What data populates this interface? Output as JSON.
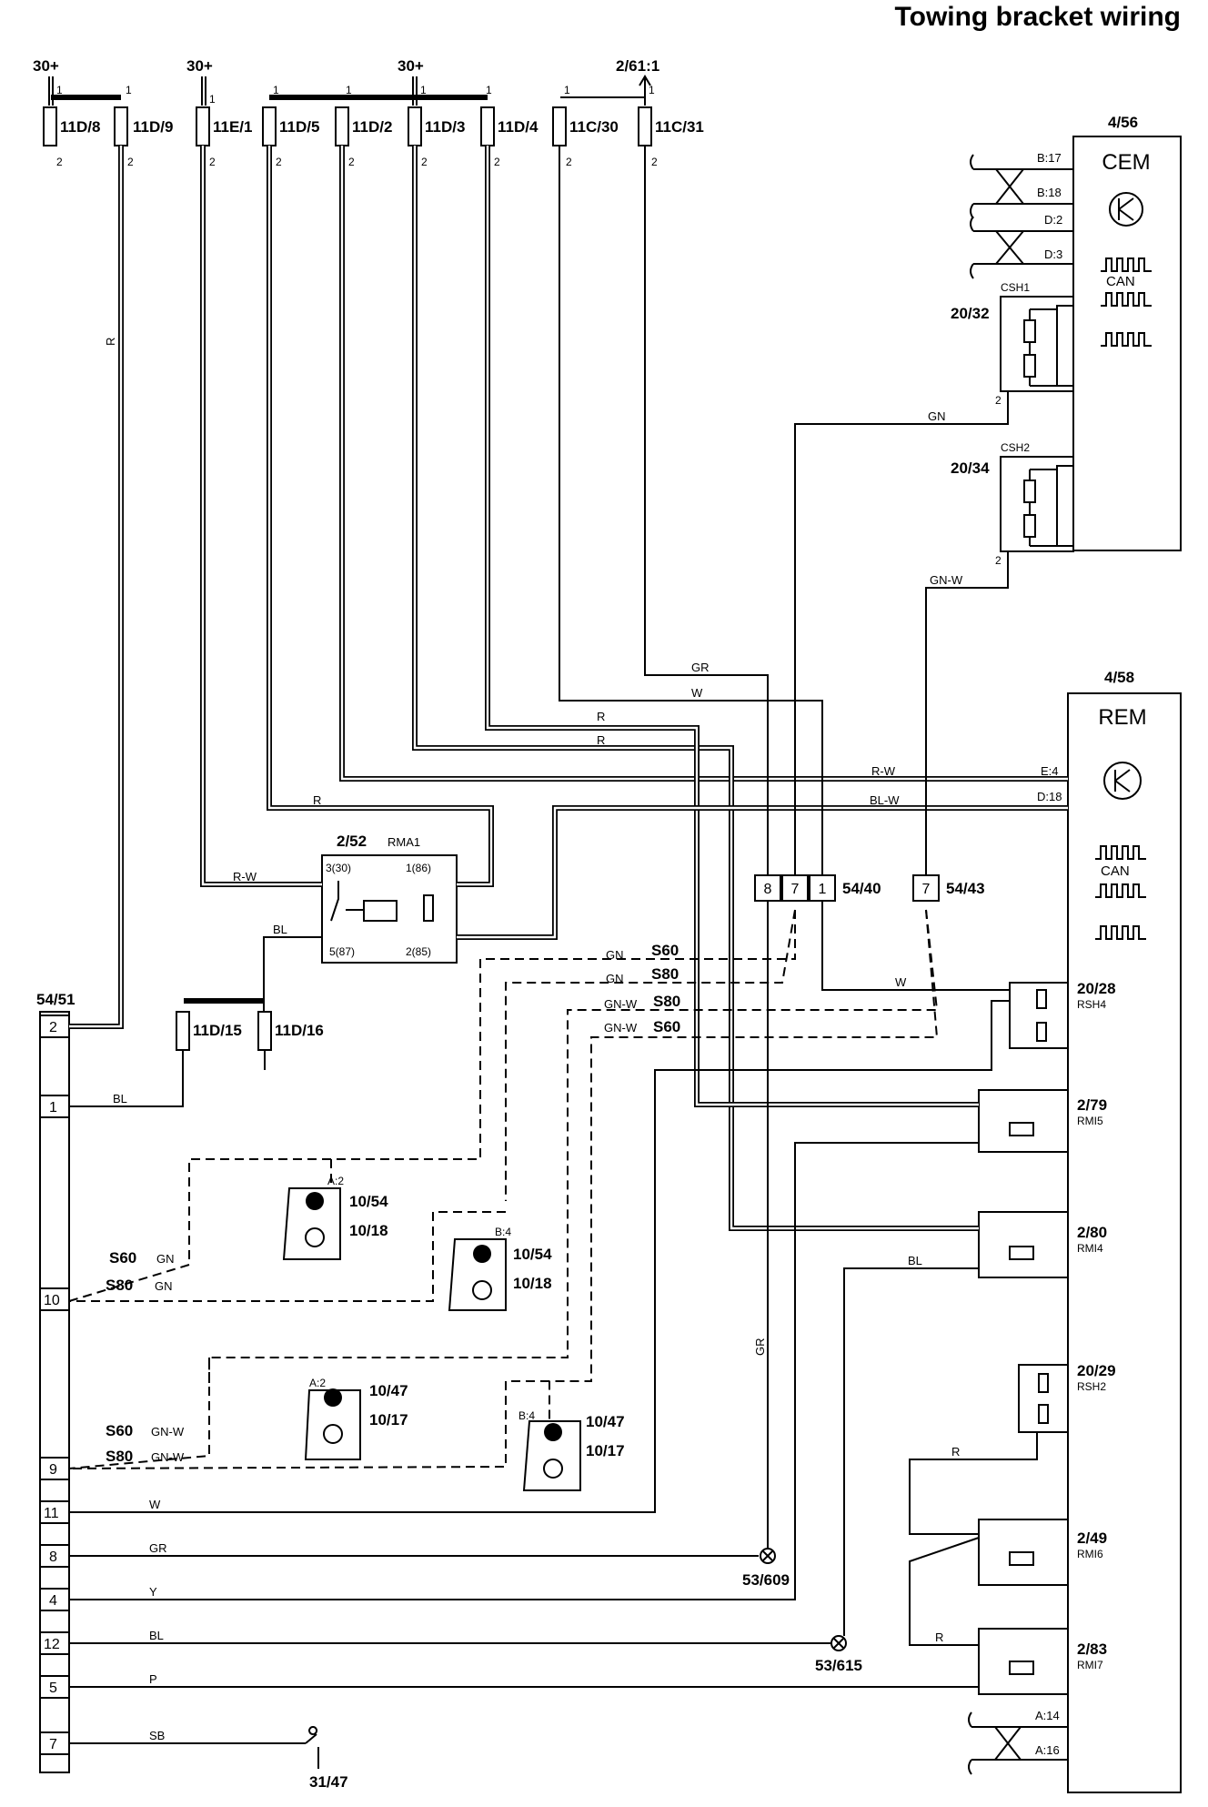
{
  "title": "Towing bracket wiring",
  "supplies": [
    {
      "id": "supply-1",
      "label": "30+"
    },
    {
      "id": "supply-2",
      "label": "30+"
    },
    {
      "id": "supply-3",
      "label": "30+"
    },
    {
      "id": "supply-4",
      "label": "2/61:1"
    }
  ],
  "fuses_top": [
    "11D/8",
    "11D/9",
    "11E/1",
    "11D/5",
    "11D/2",
    "11D/3",
    "11D/4",
    "11C/30",
    "11C/31"
  ],
  "fuses_lower": [
    "11D/15",
    "11D/16"
  ],
  "pins": {
    "one": "1",
    "two": "2",
    "three": "3",
    "four": "4",
    "five": "5",
    "seven": "7",
    "eight": "8"
  },
  "cem": {
    "ref": "4/56",
    "name": "CEM",
    "can": "CAN",
    "terminals": [
      "B:17",
      "B:18",
      "D:2",
      "D:3"
    ],
    "csh1": {
      "ref": "20/32",
      "name": "CSH1"
    },
    "csh2": {
      "ref": "20/34",
      "name": "CSH2"
    }
  },
  "rem": {
    "ref": "4/58",
    "name": "REM",
    "can": "CAN",
    "terminals": [
      "E:4",
      "D:18",
      "A:14",
      "A:16"
    ]
  },
  "relay_rma1": {
    "ref": "2/52",
    "name": "RMA1",
    "pins": [
      "3(30)",
      "1(86)",
      "5(87)",
      "2(85)"
    ]
  },
  "modules": [
    {
      "ref": "20/28",
      "name": "RSH4"
    },
    {
      "ref": "2/79",
      "name": "RMI5"
    },
    {
      "ref": "2/80",
      "name": "RMI4"
    },
    {
      "ref": "20/29",
      "name": "RSH2"
    },
    {
      "ref": "2/49",
      "name": "RMI6"
    },
    {
      "ref": "2/83",
      "name": "RMI7"
    }
  ],
  "connectors": {
    "c5440": {
      "ref": "54/40",
      "pins": [
        "8",
        "7",
        "1"
      ]
    },
    "c5443": {
      "ref": "54/43",
      "pins": [
        "7"
      ]
    },
    "c5451": {
      "ref": "54/51",
      "pins": [
        "2",
        "1",
        "10",
        "9",
        "11",
        "8",
        "4",
        "12",
        "5",
        "7"
      ]
    }
  },
  "lamps": [
    {
      "pos": "A:2",
      "ref1": "10/54",
      "ref2": "10/18"
    },
    {
      "pos": "B:4",
      "ref1": "10/54",
      "ref2": "10/18"
    },
    {
      "pos": "A:2",
      "ref1": "10/47",
      "ref2": "10/17"
    },
    {
      "pos": "B:4",
      "ref1": "10/47",
      "ref2": "10/17"
    }
  ],
  "grounds": [
    "53/609",
    "53/615",
    "31/47"
  ],
  "variants": {
    "s60": "S60",
    "s80": "S80"
  },
  "wire_colors": {
    "r": "R",
    "rw": "R-W",
    "bl": "BL",
    "blw": "BL-W",
    "gn": "GN",
    "gnw": "GN-W",
    "gr": "GR",
    "w": "W",
    "y": "Y",
    "p": "P",
    "sb": "SB"
  }
}
